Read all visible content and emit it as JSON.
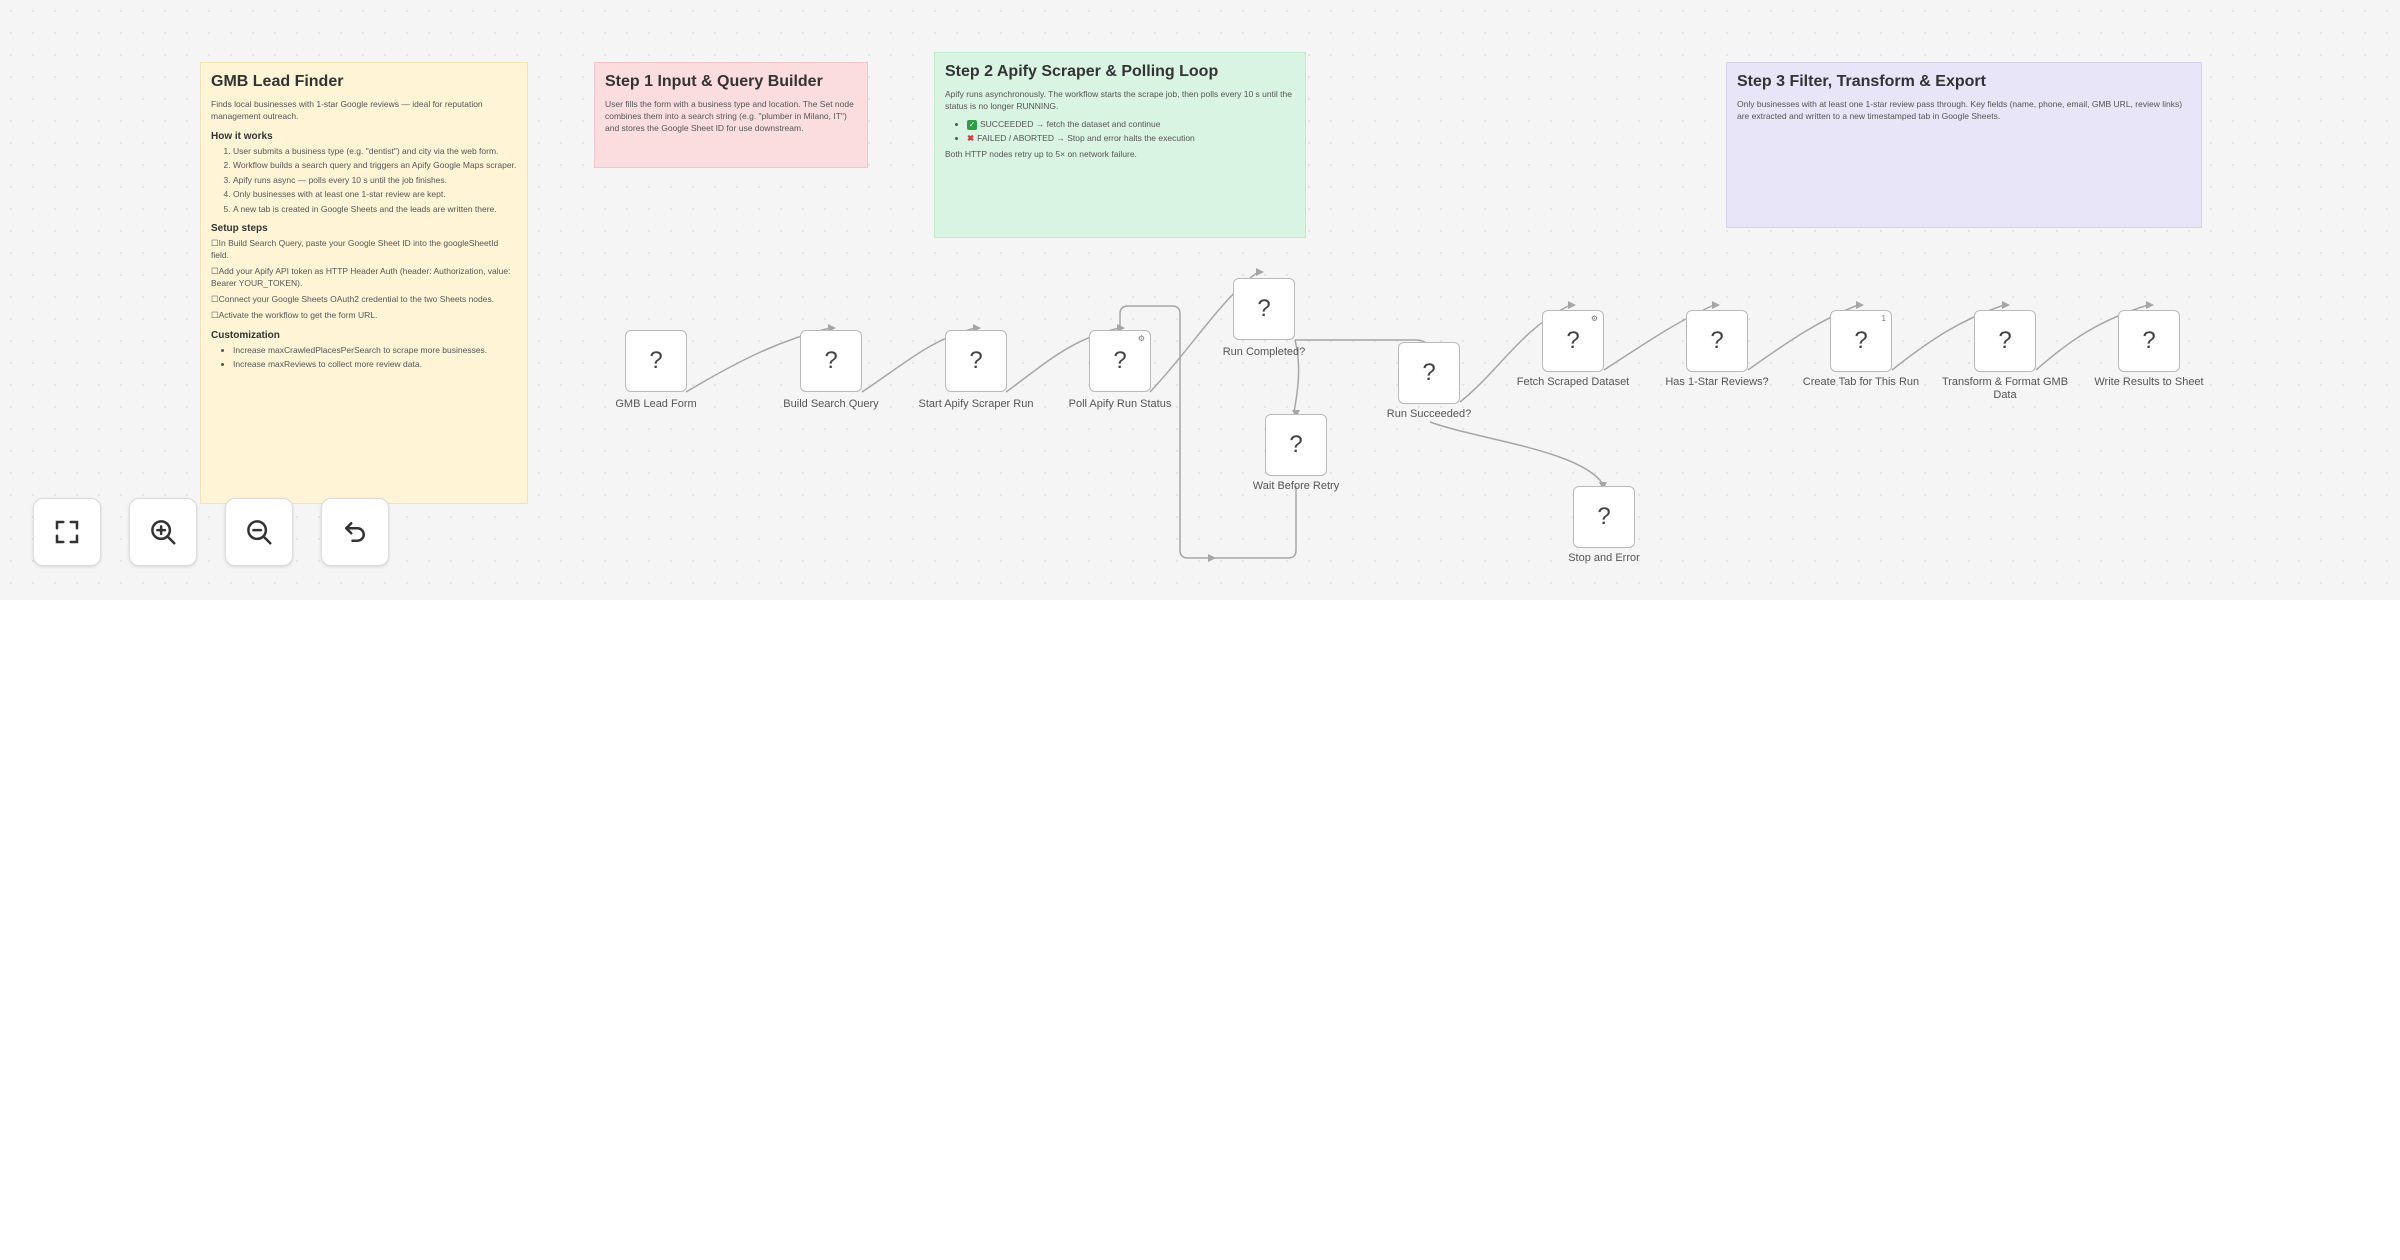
{
  "stickies": {
    "intro": {
      "title": "GMB Lead Finder",
      "desc": "Finds local businesses with 1-star Google reviews — ideal for reputation management outreach.",
      "how_title": "How it works",
      "how": [
        "User submits a business type (e.g. \"dentist\") and city via the web form.",
        "Workflow builds a search query and triggers an Apify Google Maps scraper.",
        "Apify runs async — polls every 10 s until the job finishes.",
        "Only businesses with at least one 1-star review are kept.",
        "A new tab is created in Google Sheets and the leads are written there."
      ],
      "setup_title": "Setup steps",
      "setup": [
        "In Build Search Query, paste your Google Sheet ID into the googleSheetId field.",
        "Add your Apify API token as HTTP Header Auth (header: Authorization, value: Bearer YOUR_TOKEN).",
        "Connect your Google Sheets OAuth2 credential to the two Sheets nodes.",
        "Activate the workflow to get the form URL."
      ],
      "custom_title": "Customization",
      "custom": [
        "Increase maxCrawledPlacesPerSearch to scrape more businesses.",
        "Increase maxReviews to collect more review data."
      ]
    },
    "step1": {
      "title": "Step 1 Input & Query Builder",
      "desc": "User fills the form with a business type and location. The Set node combines them into a search string (e.g. \"plumber in Milano, IT\") and stores the Google Sheet ID for use downstream."
    },
    "step2": {
      "title": "Step 2 Apify Scraper & Polling Loop",
      "desc": "Apify runs asynchronously. The workflow starts the scrape job, then polls every 10 s until the status is no longer RUNNING.",
      "b1": "SUCCEEDED → fetch the dataset and continue",
      "b2": "FAILED / ABORTED → Stop and error halts the execution",
      "note": "Both HTTP nodes retry up to 5× on network failure."
    },
    "step3": {
      "title": "Step 3 Filter, Transform & Export",
      "desc": "Only businesses with at least one 1-star review pass through. Key fields (name, phone, email, GMB URL, review links) are extracted and written to a new timestamped tab in Google Sheets."
    }
  },
  "nodes": {
    "form": {
      "icon": "?",
      "label": "GMB Lead Form"
    },
    "build": {
      "icon": "?",
      "label": "Build Search Query"
    },
    "start": {
      "icon": "?",
      "label": "Start Apify Scraper Run"
    },
    "poll": {
      "icon": "?",
      "label": "Poll Apify Run Status",
      "badge": "⚙"
    },
    "completed": {
      "icon": "?",
      "label": "Run Completed?"
    },
    "wait": {
      "icon": "?",
      "label": "Wait Before Retry"
    },
    "succeeded": {
      "icon": "?",
      "label": "Run Succeeded?"
    },
    "stop": {
      "icon": "?",
      "label": "Stop and Error"
    },
    "fetch": {
      "icon": "?",
      "label": "Fetch Scraped Dataset",
      "badge": "⚙"
    },
    "has1star": {
      "icon": "?",
      "label": "Has 1-Star Reviews?"
    },
    "createtab": {
      "icon": "?",
      "label": "Create Tab for This Run",
      "badge": "1"
    },
    "transform": {
      "icon": "?",
      "label": "Transform & Format GMB Data"
    },
    "write": {
      "icon": "?",
      "label": "Write Results to Sheet"
    }
  },
  "controls": {
    "fit": "fit-view-icon",
    "zoom_in": "zoom-in-icon",
    "zoom_out": "zoom-out-icon",
    "reset": "reset-zoom-icon"
  }
}
